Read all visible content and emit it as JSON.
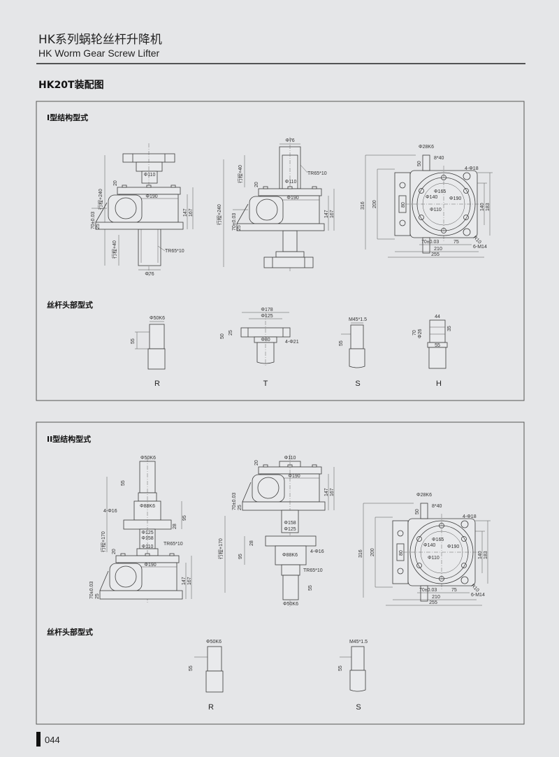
{
  "header": {
    "title_cn": "HK系列蜗轮丝杆升降机",
    "title_en": "HK Worm Gear Screw Lifter",
    "section_title": "HK20T装配图"
  },
  "gearbox": {
    "d20": "20",
    "d190": "Φ190",
    "d147": "147",
    "d167": "167",
    "d70": "70±0.03",
    "d25": "25",
    "d110": "Φ110"
  },
  "type1": {
    "heading": "I型结构型式",
    "left": {
      "stroke240": "行程+240",
      "stroke40": "行程+40",
      "thread": "TR65*10",
      "d76": "Φ76"
    },
    "middle": {
      "d76": "Φ76",
      "stroke40": "行程+40",
      "thread": "TR65*10",
      "stroke240": "行程+240"
    }
  },
  "top_view": {
    "d28k6": "Φ28K6",
    "key": "8*40",
    "d50": "50",
    "holes": "4-Φ18",
    "d316": "316",
    "d200": "200",
    "d80": "80",
    "d140c": "Φ140",
    "d165": "Φ165",
    "d190": "Φ190",
    "d110": "Φ110",
    "d140": "140",
    "d183": "183",
    "r10": "R10",
    "d70": "70±0.03",
    "d75": "75",
    "m14": "6-M14",
    "d210": "210",
    "d255": "255"
  },
  "heads1": {
    "heading": "丝杆头部型式",
    "R": {
      "letter": "R",
      "dia": "Φ50K6",
      "len": "55"
    },
    "T": {
      "letter": "T",
      "d178": "Φ178",
      "d125": "Φ125",
      "d50": "50",
      "d25": "25",
      "d80": "Φ80",
      "holes": "4-Φ21"
    },
    "S": {
      "letter": "S",
      "thread": "M45*1.5",
      "len": "55"
    },
    "H": {
      "letter": "H",
      "w44": "44",
      "d26": "Φ26",
      "h70": "70",
      "h35": "35",
      "w55": "55"
    }
  },
  "type2": {
    "heading": "II型结构型式",
    "left": {
      "d50k6": "Φ50K6",
      "len55": "55",
      "stroke170": "行程+170",
      "holes": "4-Φ16",
      "d88k6": "Φ88K6",
      "d95": "95",
      "d28": "28",
      "d125": "Φ125",
      "d158": "Φ158",
      "thread": "TR65*10"
    },
    "middle": {
      "d158": "Φ158",
      "d125": "Φ125",
      "d28": "28",
      "d95": "95",
      "stroke170": "行程+170",
      "d88k6": "Φ88K6",
      "holes": "4-Φ16",
      "thread": "TR65*10",
      "len55": "55",
      "d50k6": "Φ50K6"
    }
  },
  "heads2": {
    "heading": "丝杆头部型式",
    "R": {
      "letter": "R",
      "dia": "Φ50K6",
      "len": "55"
    },
    "S": {
      "letter": "S",
      "thread": "M45*1.5",
      "len": "55"
    }
  },
  "footer": {
    "page_number": "044"
  }
}
